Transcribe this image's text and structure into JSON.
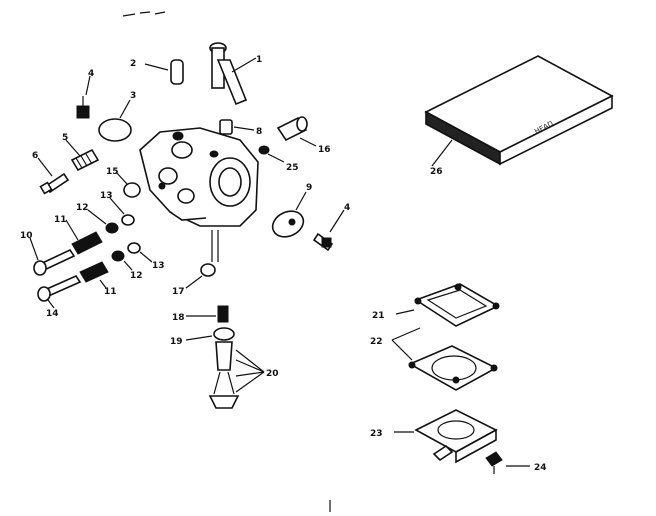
{
  "callouts": {
    "c1": "1",
    "c2": "2",
    "c3": "3",
    "c4a": "4",
    "c4b": "4",
    "c5": "5",
    "c6": "6",
    "c8": "8",
    "c9": "9",
    "c10": "10",
    "c11a": "11",
    "c11b": "11",
    "c12a": "12",
    "c12b": "12",
    "c13a": "13",
    "c13b": "13",
    "c14": "14",
    "c15": "15",
    "c16": "16",
    "c17": "17",
    "c18": "18",
    "c19": "19",
    "c20": "20",
    "c21": "21",
    "c22": "22",
    "c23": "23",
    "c24": "24",
    "c25": "25",
    "c26": "26"
  }
}
